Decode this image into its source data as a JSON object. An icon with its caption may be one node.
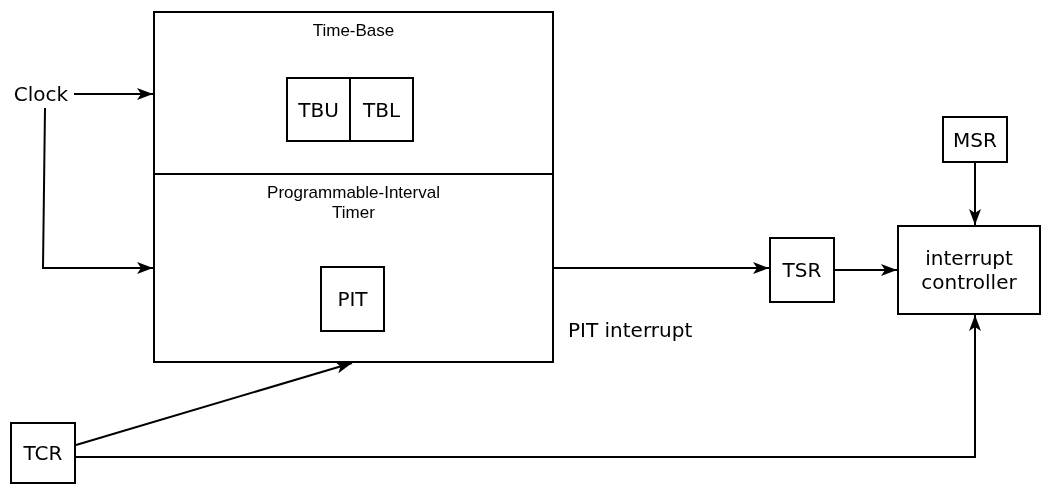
{
  "diagram": {
    "nodes": [
      {
        "text": [
          "Time-Base"
        ]
      },
      {
        "text": [
          "TBU"
        ],
        "in": 0
      },
      {
        "text": [
          "TBL"
        ],
        "in": 0
      },
      {
        "text": [
          "Programmable-Interval Timer"
        ]
      },
      {
        "text": [
          "PIT"
        ],
        "in": 3
      },
      {
        "text": [
          "Clock"
        ]
      },
      {
        "text": [
          "TCR"
        ]
      },
      {
        "text": [
          "TSR"
        ]
      },
      {
        "text": [
          "MSR"
        ]
      },
      {
        "text": [
          "interrupt controller"
        ]
      }
    ],
    "edges": [
      {
        "from": 5,
        "to": 0,
        "arrow": "to"
      },
      {
        "from": 5,
        "to": 3,
        "arrow": "to"
      },
      {
        "from": 6,
        "to": 3,
        "arrow": "to"
      },
      {
        "from": 3,
        "to": 7,
        "arrow": "to",
        "label": "PIT interrupt"
      },
      {
        "from": 7,
        "to": 9,
        "arrow": "to"
      },
      {
        "from": 8,
        "to": 9,
        "arrow": "to"
      },
      {
        "from": 6,
        "to": 9,
        "arrow": "to"
      }
    ]
  }
}
